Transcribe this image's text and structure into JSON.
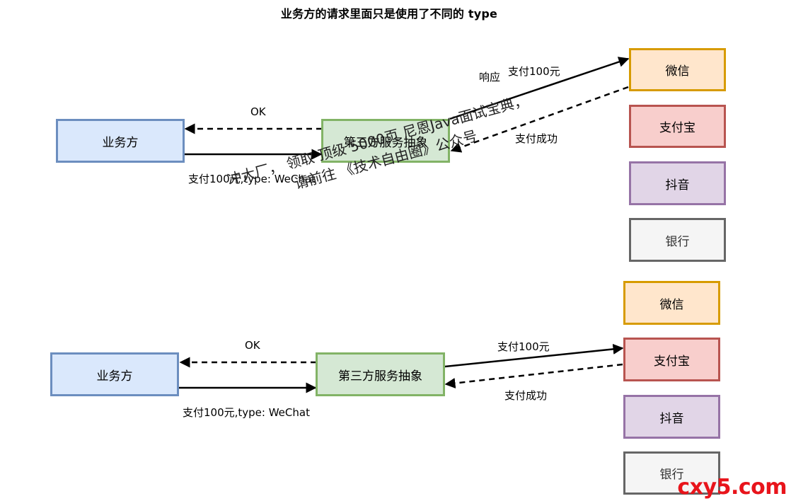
{
  "title": "业务方的请求里面只是使用了不同的 type",
  "top": {
    "client": "业务方",
    "service": "第三方服务抽象",
    "ok": "OK",
    "request": "支付100元,type: WeChat",
    "response_label": "响应",
    "pay": "支付100元",
    "success": "支付成功",
    "providers": [
      "微信",
      "支付宝",
      "抖音",
      "银行"
    ]
  },
  "bottom": {
    "client": "业务方",
    "service": "第三方服务抽象",
    "ok": "OK",
    "request": "支付100元,type: WeChat",
    "pay": "支付100元",
    "success": "支付成功",
    "providers": [
      "微信",
      "支付宝",
      "抖音",
      "银行"
    ]
  },
  "watermark": {
    "line1": "冲大厂， 领取 顶级  5000页 尼恩Java面试宝典，",
    "line2": "请前往 《技术自由圈》公众号"
  },
  "logo": "cxy5.com",
  "colors": {
    "blue_fill": "#dae8fc",
    "blue_stroke": "#6c8ebf",
    "green_fill": "#d5e8d4",
    "green_stroke": "#82b366",
    "orange_fill": "#ffe6cc",
    "orange_stroke": "#d79b00",
    "red_fill": "#f8cecc",
    "red_stroke": "#b85450",
    "purple_fill": "#e1d5e7",
    "purple_stroke": "#9673a6",
    "gray_fill": "#f5f5f5",
    "gray_stroke": "#666666",
    "logo": "#e8141b"
  }
}
